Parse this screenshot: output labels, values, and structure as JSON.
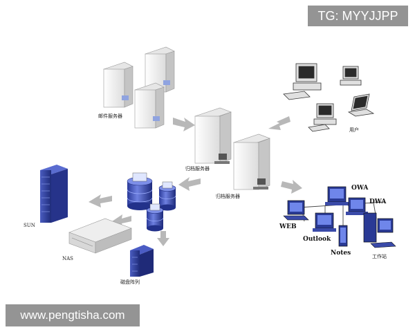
{
  "labels": {
    "mail_servers": "邮件服务器",
    "archive_server_1": "归档服务器",
    "archive_server_2": "归档服务器",
    "users": "用户",
    "sun": "SUN",
    "nas": "NAS",
    "disk_array": "磁盘阵列",
    "owa": "OWA",
    "dwa": "DWA",
    "web": "WEB",
    "outlook": "Outlook",
    "notes": "Notes",
    "workstation": "工作站"
  },
  "watermarks": {
    "tg": "TG: MYYJJPP",
    "url": "www.pengtisha.com"
  },
  "colors": {
    "server_body": "#f2f2f2",
    "server_side": "#c9c9c9",
    "arrow": "#b5b5b5",
    "storage_blue": "#2f3f99",
    "monitor_blue": "#2a3a95",
    "watermark_bg": "rgba(0,0,0,0.42)"
  }
}
